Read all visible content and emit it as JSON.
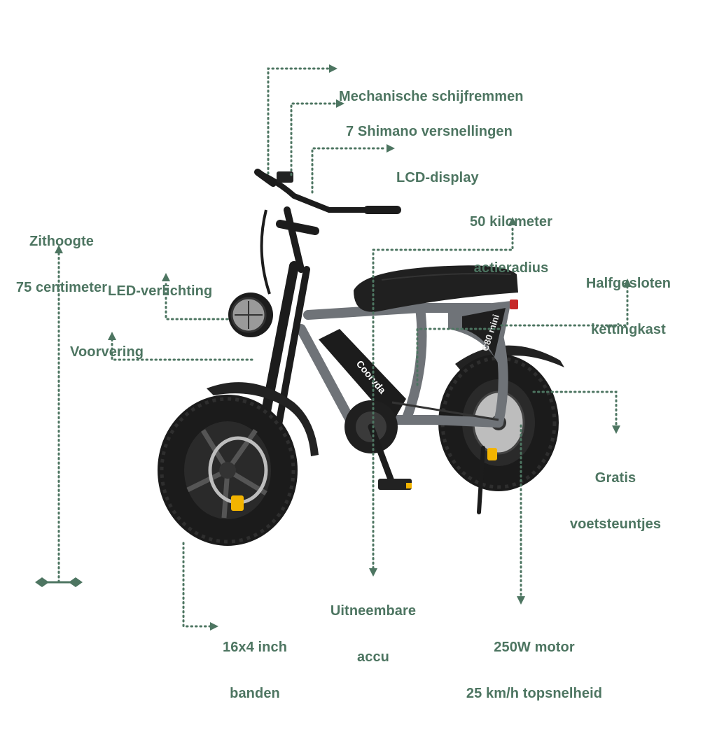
{
  "labels": {
    "brakes": "Mechanische schijfremmen",
    "gears": "7 Shimano versnellingen",
    "display": "LCD-display",
    "seat_height_line1": "Zithoogte",
    "seat_height_line2": "75 centimeter",
    "range_line1": "50 kilometer",
    "range_line2": "actieradius",
    "chain_line1": "Halfgesloten",
    "chain_line2": "kettingkast",
    "led": "LED-verlichting",
    "suspension": "Voorvering",
    "footrests_line1": "Gratis",
    "footrests_line2": "voetsteuntjes",
    "battery_line1": "Uitneembare",
    "battery_line2": "accu",
    "tires_line1": "16x4 inch",
    "tires_line2": "banden",
    "motor_line1": "250W motor",
    "motor_line2": "25 km/h topsnelheid"
  },
  "bike": {
    "battery_brand": "Coorvda",
    "model_badge": "C80 mini"
  },
  "colors": {
    "label": "#4d7561",
    "frame": "#6f7378",
    "accent": "#f3b400"
  }
}
